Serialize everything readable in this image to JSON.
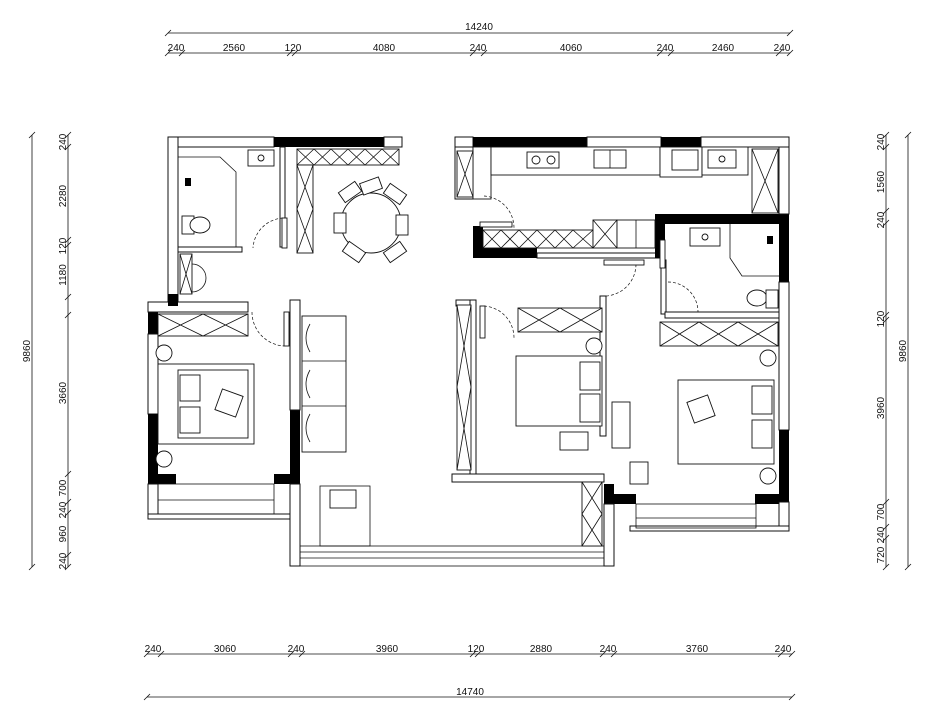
{
  "dimensions": {
    "top_total": "14240",
    "top_segments": [
      "240",
      "2560",
      "120",
      "4080",
      "240",
      "4060",
      "240",
      "2460",
      "240"
    ],
    "bottom_segments": [
      "240",
      "3060",
      "240",
      "3960",
      "120",
      "2880",
      "240",
      "3760",
      "240"
    ],
    "bottom_total": "14740",
    "left_total": "9860",
    "left_segments": [
      "240",
      "2280",
      "120",
      "1180",
      "3660",
      "700",
      "240",
      "960",
      "240"
    ],
    "right_total": "9860",
    "right_segments": [
      "240",
      "1560",
      "240",
      "120",
      "3960",
      "700",
      "240",
      "720"
    ]
  },
  "colors": {
    "line": "#111111",
    "wall": "#000000",
    "background": "#ffffff"
  }
}
